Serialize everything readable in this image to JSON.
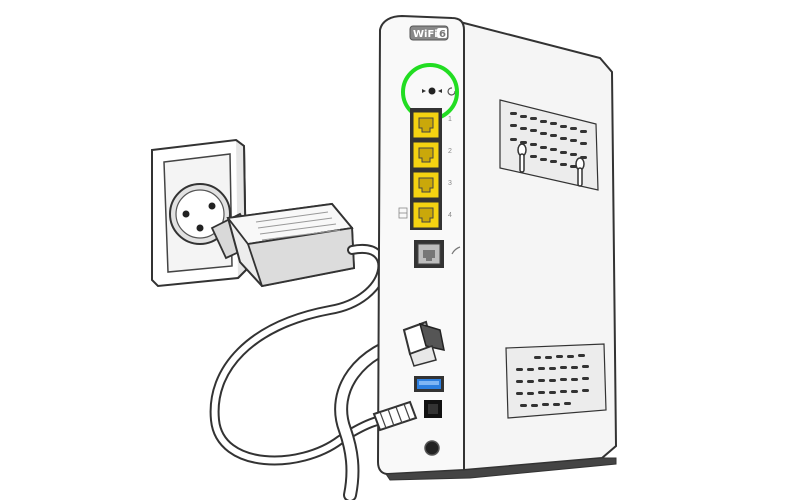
{
  "router": {
    "badge_text": "WiFi",
    "badge_number": "6",
    "ethernet_port_numbers": [
      "1",
      "2",
      "3",
      "4"
    ]
  },
  "highlight": {
    "target": "button-area",
    "color": "#22dd22"
  },
  "colors": {
    "ethernet_port": "#f5d311",
    "usb_port": "#2c7fe0",
    "body": "#f2f2f2",
    "outline": "#333333"
  },
  "icons": [
    "wall-outlet",
    "power-adapter",
    "router",
    "coax-cable",
    "ethernet-port",
    "usb-port",
    "phone-port",
    "power-port"
  ]
}
